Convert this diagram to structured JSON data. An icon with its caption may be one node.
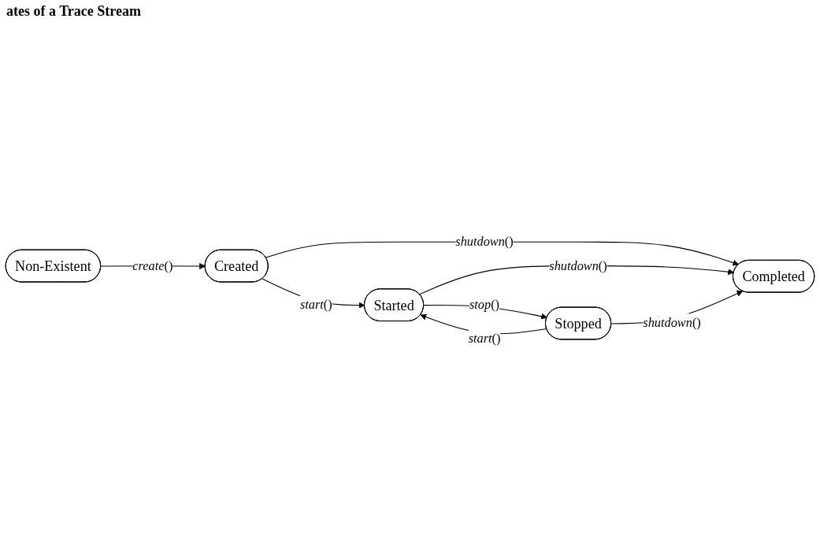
{
  "diagram": {
    "title": "ates of a Trace Stream",
    "nodes": [
      {
        "text": [
          "Non-Existent"
        ]
      },
      {
        "text": [
          "Created"
        ]
      },
      {
        "text": [
          "Completed"
        ]
      },
      {
        "text": [
          "Started"
        ]
      },
      {
        "text": [
          "Stopped"
        ]
      }
    ],
    "edges": [
      {
        "from": 0,
        "to": 1,
        "arrow": "to",
        "label": "*create*()"
      },
      {
        "from": 1,
        "to": 2,
        "arrow": "to",
        "label": "*shutdown*()"
      },
      {
        "from": 1,
        "to": 3,
        "arrow": "to",
        "label": "*start*()"
      },
      {
        "from": 3,
        "to": 2,
        "arrow": "to",
        "label": "*shutdown*()"
      },
      {
        "from": 3,
        "to": 4,
        "arrow": "to",
        "label": "*stop*()"
      },
      {
        "from": 4,
        "to": 3,
        "arrow": "to",
        "label": "*start*()"
      },
      {
        "from": 4,
        "to": 2,
        "arrow": "to",
        "label": "*shutdown*()"
      }
    ]
  }
}
